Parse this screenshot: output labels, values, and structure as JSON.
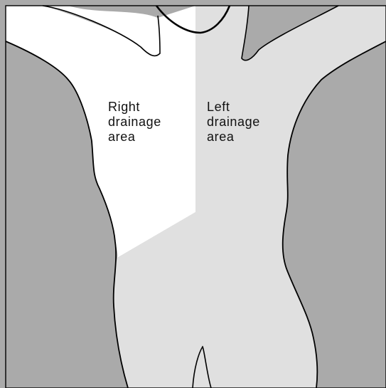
{
  "labels": {
    "right_region": {
      "line1": "Right",
      "line2": "drainage",
      "line3": "area"
    },
    "left_region": {
      "line1": "Left",
      "line2": "drainage",
      "line3": "area"
    }
  },
  "colors": {
    "background": "#ffffff",
    "right_region_fill": "#ffffff",
    "left_region_fill": "#e0e0e0",
    "surroundings_fill": "#aaaaaa",
    "outline": "#000000"
  }
}
